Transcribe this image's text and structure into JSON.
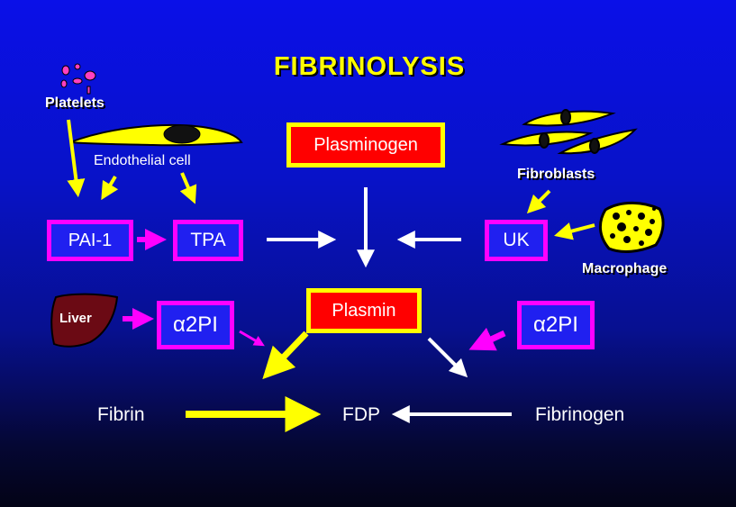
{
  "title": "FIBRINOLYSIS",
  "labels": {
    "platelets": "Platelets",
    "endothelial_cell": "Endothelial cell",
    "fibroblasts": "Fibroblasts",
    "macrophage": "Macrophage",
    "liver": "Liver"
  },
  "nodes": {
    "pai1": "PAI-1",
    "tpa": "TPA",
    "plasminogen": "Plasminogen",
    "uk": "UK",
    "alpha2pi_left": "α2PI",
    "plasmin": "Plasmin",
    "alpha2pi_right": "α2PI",
    "fibrin": "Fibrin",
    "fdp": "FDP",
    "fibrinogen": "Fibrinogen"
  },
  "colors": {
    "background_top": "#0a10e8",
    "background_bottom": "#030316",
    "title": "#ffff00",
    "arrow_yellow": "#ffff00",
    "arrow_white": "#ffffff",
    "arrow_magenta": "#ff00ff",
    "box_border_magenta": "#ff00ff",
    "box_border_yellow": "#ffff00",
    "box_fill_blue": "#2020f0",
    "box_fill_red": "#ff0000",
    "liver": "#6b0a14",
    "platelets": "#ff40c0"
  }
}
